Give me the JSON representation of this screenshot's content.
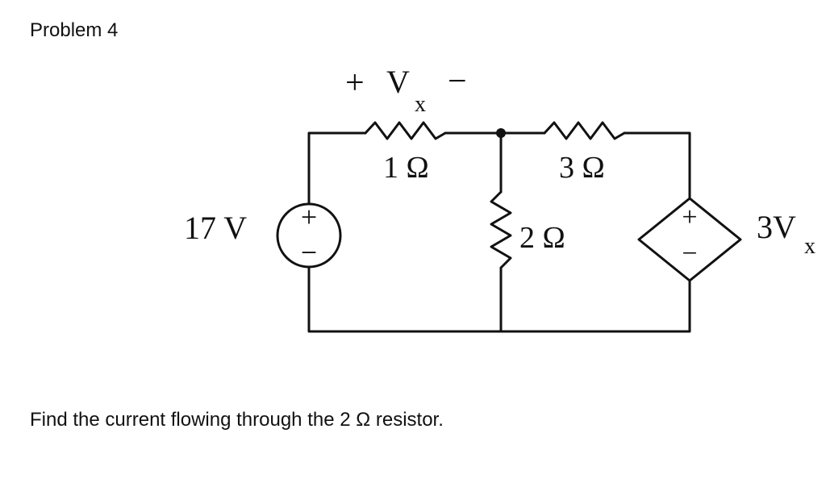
{
  "problem": {
    "title": "Problem 4",
    "question": "Find the current flowing through the 2 Ω resistor."
  },
  "circuit": {
    "vx_plus": "+",
    "vx_symbol": "V",
    "vx_sub": "x",
    "vx_minus": "−",
    "source_label": "17 V",
    "source_plus": "+",
    "source_minus": "−",
    "r1_label": "1 Ω",
    "r3_label": "3 Ω",
    "r2_label": "2 Ω",
    "dep_plus": "+",
    "dep_minus": "−",
    "dep_label_main": "3V",
    "dep_label_sub": "x"
  }
}
